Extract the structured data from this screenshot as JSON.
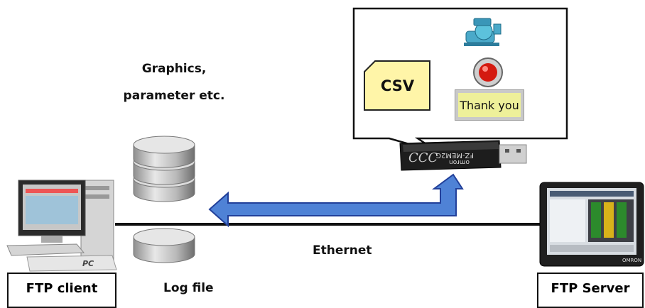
{
  "labels": {
    "graphics_line1": "Graphics,",
    "graphics_line2": "parameter etc.",
    "ethernet": "Ethernet",
    "log_file": "Log file",
    "ftp_client": "FTP client",
    "ftp_server": "FTP Server",
    "pc": "PC",
    "csv": "CSV",
    "thank_you": "Thank you",
    "usb_model": "FZ-MEM2G",
    "brand": "omron",
    "hmi_brand": "OMRON"
  },
  "colors": {
    "arrow_fill": "#4f82d6",
    "arrow_stroke": "#22409a",
    "csv_fill": "#fff5a8",
    "thank_you_fill": "#eef09a"
  },
  "icons": [
    "database-icon",
    "log-file-disk-icon",
    "pc-icon",
    "usb-stick-icon",
    "hmi-panel-icon",
    "pump-icon",
    "red-lamp-icon"
  ]
}
